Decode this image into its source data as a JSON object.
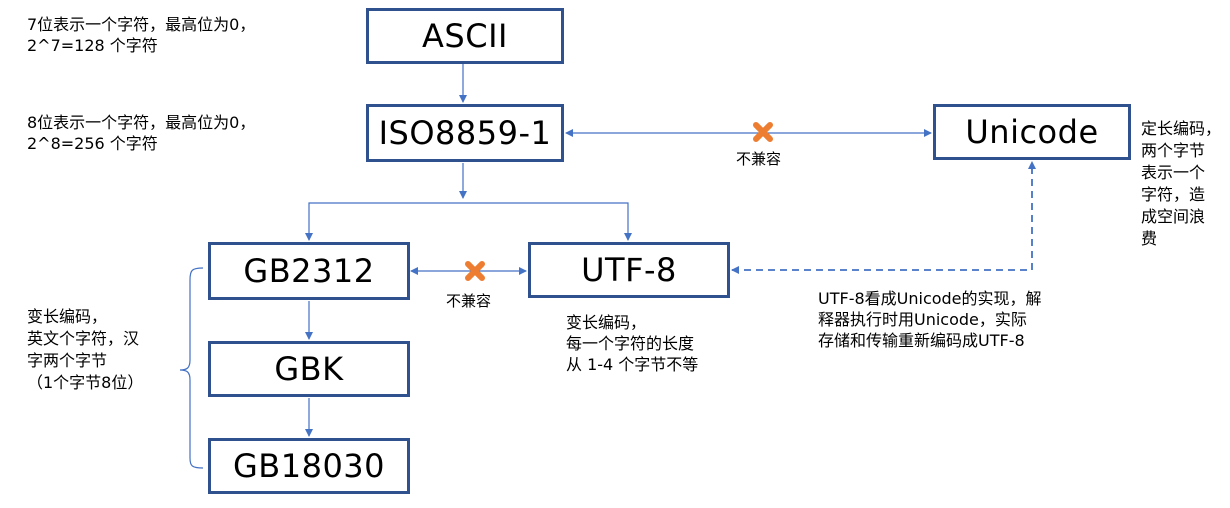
{
  "nodes": {
    "ascii": "ASCII",
    "iso8859": "ISO8859-1",
    "unicode": "Unicode",
    "gb2312": "GB2312",
    "utf8": "UTF-8",
    "gbk": "GBK",
    "gb18030": "GB18030"
  },
  "notes": {
    "ascii": [
      "7位表示一个字符，最高位为0，",
      "2^7=128 个字符"
    ],
    "iso": [
      "8位表示一个字符，最高位为0，",
      "2^8=256 个字符"
    ],
    "unicode": [
      "定长编码，",
      "两个字节",
      "表示一个",
      "字符，造",
      "成空间浪",
      "费"
    ],
    "gb_family": [
      "变长编码，",
      "英文个字符，汉",
      "字两个字节",
      "（1个字节8位）"
    ],
    "utf8": [
      "变长编码，",
      "每一个字符的长度",
      "从 1-4 个字节不等"
    ],
    "utf8_unicode": [
      "UTF-8看成Unicode的实现，解",
      "释器执行时用Unicode，实际",
      "存储和传输重新编码成UTF-8"
    ]
  },
  "edges": {
    "incompatible_label": "不兼容"
  },
  "colors": {
    "box_border": "#2f528f",
    "arrow": "#4472c4",
    "cross": "#ed7d31"
  }
}
